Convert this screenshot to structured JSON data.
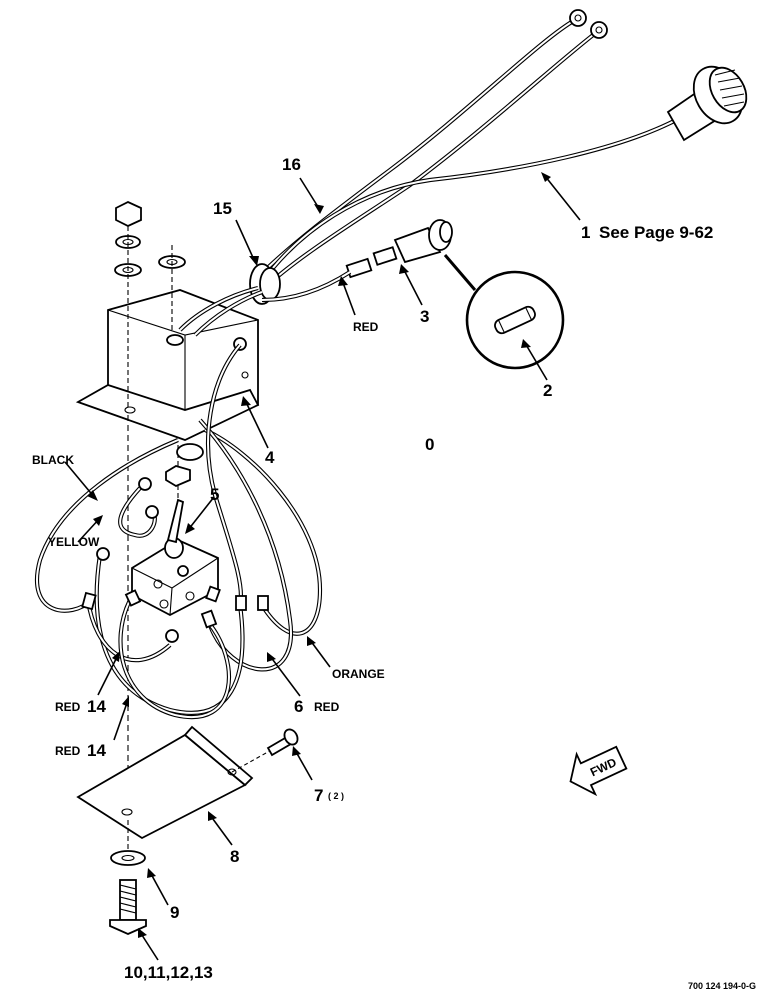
{
  "callouts": {
    "c1": "1",
    "c1_note": "See Page 9-62",
    "c2": "2",
    "c3": "3",
    "c4": "4",
    "c5": "5",
    "c6": "6",
    "c7": "7",
    "c7_qty": "( 2 )",
    "c8": "8",
    "c9": "9",
    "c10": "10,11,12,13",
    "c14a": "14",
    "c14b": "14",
    "c15": "15",
    "c16": "16",
    "c0": "0"
  },
  "wire_labels": {
    "red_top": "RED",
    "black": "BLACK",
    "yellow": "YELLOW",
    "orange": "ORANGE",
    "red6": "RED",
    "red14a": "RED",
    "red14b": "RED"
  },
  "fwd_label": "FWD",
  "drawing_number": "700 124 194-0-G"
}
